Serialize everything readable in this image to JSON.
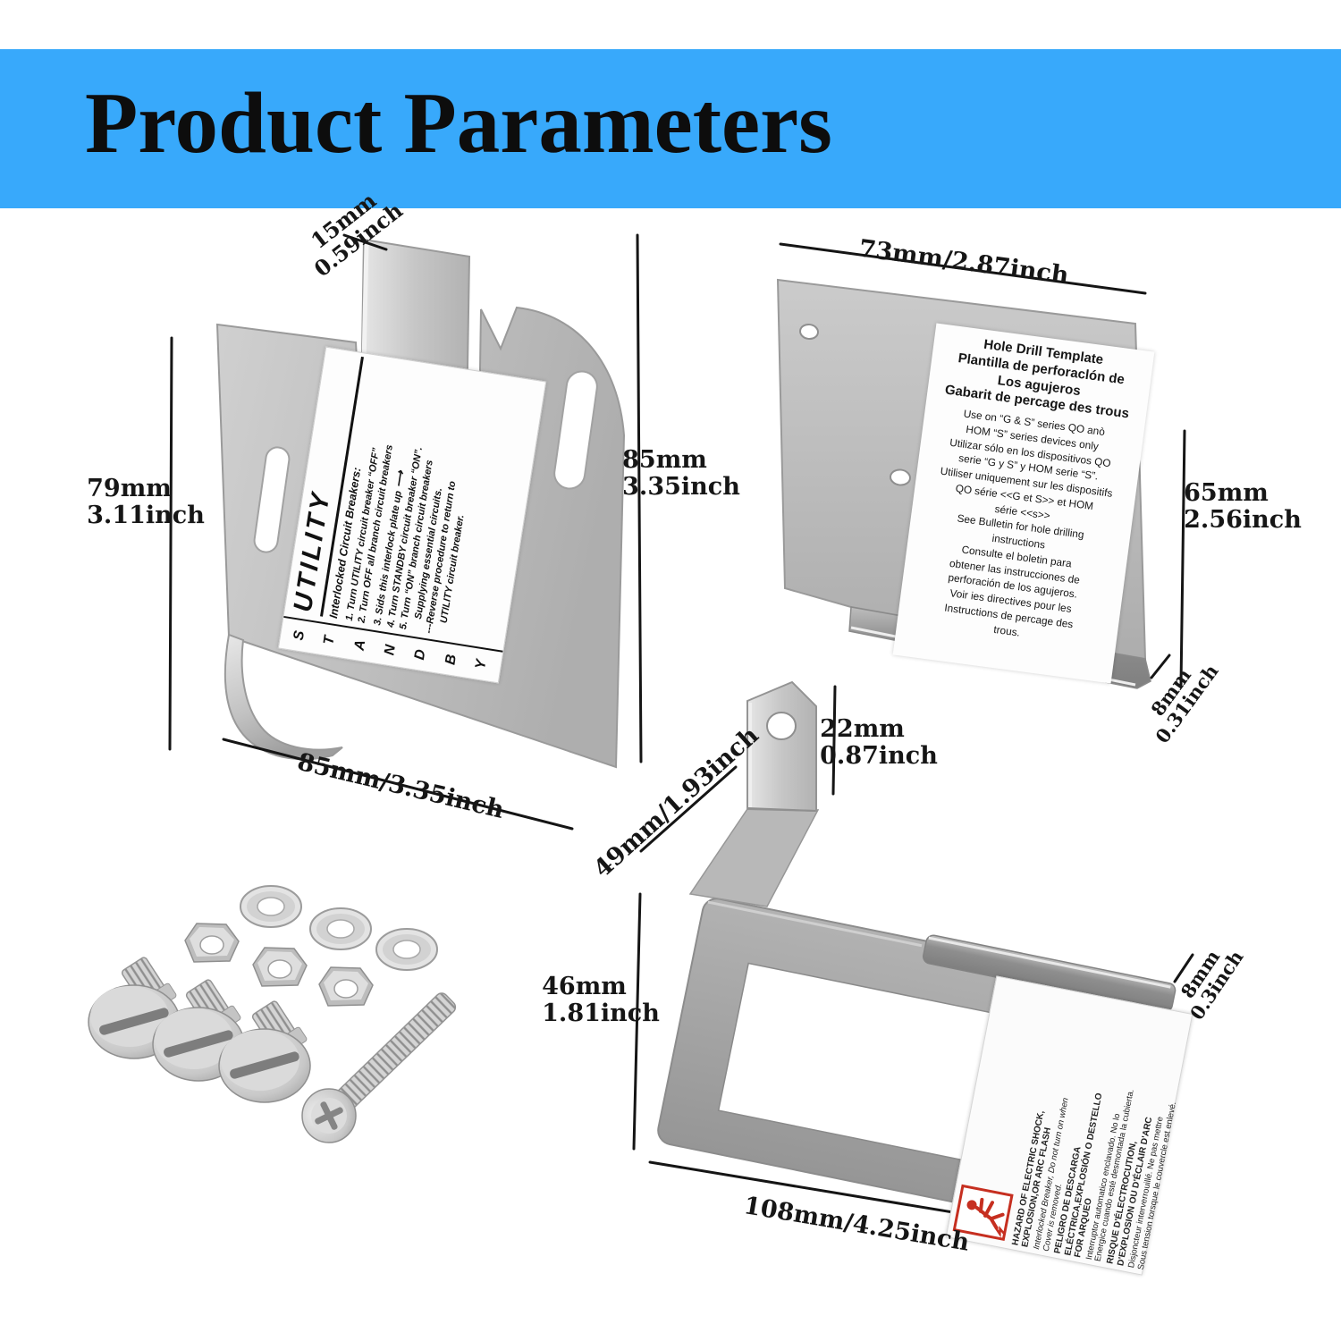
{
  "header": {
    "title": "Product Parameters",
    "banner_color": "#38a9fb"
  },
  "parts": {
    "interlock_plate": {
      "label": {
        "header": "UTILITY",
        "side_letters": [
          "S",
          "T",
          "A",
          "N",
          "D",
          "B",
          "Y"
        ],
        "title": "Interlocked Circuit Breakers:",
        "arrow_glyph": "⟶",
        "lines": [
          "1. Turn UTILITY circuit breaker “OFF”",
          "2. Turn OFF all branch circuit breakers",
          "3. Sids this interlock plate up",
          "4. Turn STANDBY circuit breaker “ON”.",
          "5. Turn “ON” branch circuit breakers",
          "Supplying essential circuits.",
          "---Reverse procedure to return to",
          "UTILITY circuit breaker."
        ]
      },
      "dims": {
        "top": [
          "15mm",
          "0.59inch"
        ],
        "left": [
          "79mm",
          "3.11inch"
        ],
        "right": [
          "85mm",
          "3.35inch"
        ],
        "bottom": "85mm/3.35inch"
      }
    },
    "drill_template": {
      "label": {
        "header_lines": [
          "Hole Drill Template",
          "Plantilla de perforaclón de",
          "Los agujeros",
          "Gabarit de percage des trous"
        ],
        "body_lines": [
          "Use on “G & S” series QO anò",
          "HOM “S” series devices only",
          "Utilizar sólo en los dispositivos QO",
          "serie “G y S” y HOM serie “S”.",
          "Utiliser uniquement sur les dispositifs",
          "QO série <<G et S>> et HOM",
          "série <<s>>",
          "See Bulletin for hole drilling",
          "instructions",
          "Consulte el boletin para",
          "obtener las instrucciones de",
          "perforación de los agujeros.",
          "Voir ies directives pour les",
          "Instructions de percage des",
          "trous."
        ]
      },
      "dims": {
        "top": "73mm/2.87inch",
        "right": [
          "65mm",
          "2.56inch"
        ],
        "bottom": [
          "8mm",
          "0.31inch"
        ]
      }
    },
    "mount_bracket": {
      "label": {
        "lines": [
          {
            "t": "HAZARD OF ELECTRIC SHOCK,",
            "s": "b"
          },
          {
            "t": "EXPLOSION,OR ARC FLASH",
            "s": "b"
          },
          {
            "t": "Interlocked Breaker, Do not turn on when",
            "s": "i"
          },
          {
            "t": "Cover is removed.",
            "s": "i"
          },
          {
            "t": "PELIGRO DE DESCARGA",
            "s": "b"
          },
          {
            "t": "ELÉCTRICA,EXPLOSIÓN O DESTELLO",
            "s": "b"
          },
          {
            "t": "FOR ARQUEO",
            "s": "b"
          },
          {
            "t": "Interruptor automatico enclavado. No lo",
            "s": "n"
          },
          {
            "t": "Energice cuando esté desmontada la cubierta.",
            "s": "n"
          },
          {
            "t": "RISQUE D'ÉLECTROCUTION,",
            "s": "b"
          },
          {
            "t": "D'EXPLOSION OU D'ÉCLAIR D'ARC",
            "s": "b"
          },
          {
            "t": "Disjoncteur interverrouillé. Ne pas mettre",
            "s": "n"
          },
          {
            "t": "Sous tension torsque le couvercle est enlevé.",
            "s": "n"
          }
        ]
      },
      "dims": {
        "tab": [
          "22mm",
          "0.87inch"
        ],
        "arm": "49mm/1.93inch",
        "left": [
          "46mm",
          "1.81inch"
        ],
        "lip": [
          "8mm",
          "0.3inch"
        ],
        "bottom": "108mm/4.25inch"
      }
    },
    "hardware": {
      "washer_count": 3,
      "hex_nut_count": 3,
      "shoulder_screw_count": 3,
      "machine_screw_count": 1
    }
  },
  "colors": {
    "banner": "#38a9fb",
    "metal_light": "#d8d8d8",
    "metal": "#bfbfbf",
    "metal_dark": "#989898",
    "warning_red": "#c62f20",
    "text": "#161616"
  }
}
